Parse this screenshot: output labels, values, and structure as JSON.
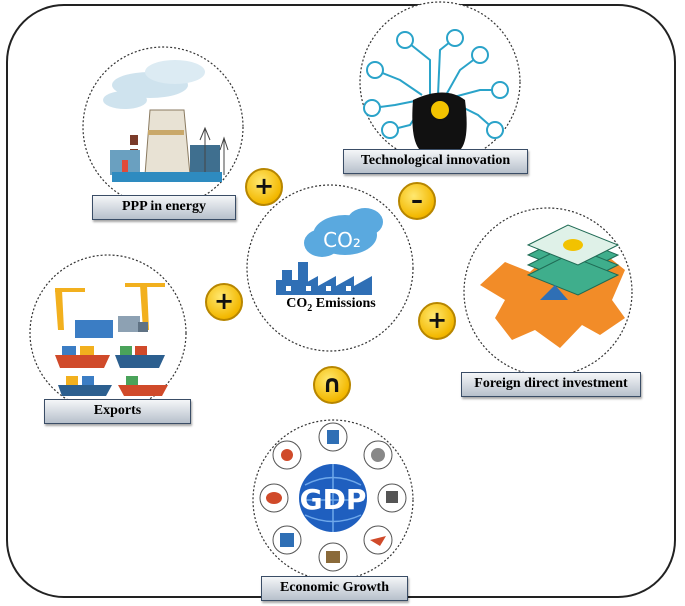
{
  "center": {
    "label_pre": "CO",
    "label_sub": "2",
    "label_post": " Emissions",
    "cloud_text": "CO₂"
  },
  "nodes": {
    "ppp": {
      "label": "PPP in energy",
      "sign": "+"
    },
    "tech": {
      "label": "Technological innovation",
      "sign": "–"
    },
    "exports": {
      "label": "Exports",
      "sign": "+"
    },
    "fdi": {
      "label": "Foreign direct investment",
      "sign": "+"
    },
    "gdp": {
      "label": "Economic Growth",
      "sign": "∩",
      "badge_text": "GDP"
    }
  },
  "colors": {
    "sign_fill": "#f3b800",
    "label_border": "#3a4d66",
    "factory": "#2f6fb5",
    "cloud": "#5aa9df",
    "fdi_map": "#f28c28",
    "money": "#3fae8c"
  },
  "icons": [
    "power-plant-icon",
    "network-brain-icon",
    "cargo-port-icon",
    "money-map-icon",
    "gdp-globe-icon",
    "factory-icon",
    "co2-cloud-icon"
  ]
}
